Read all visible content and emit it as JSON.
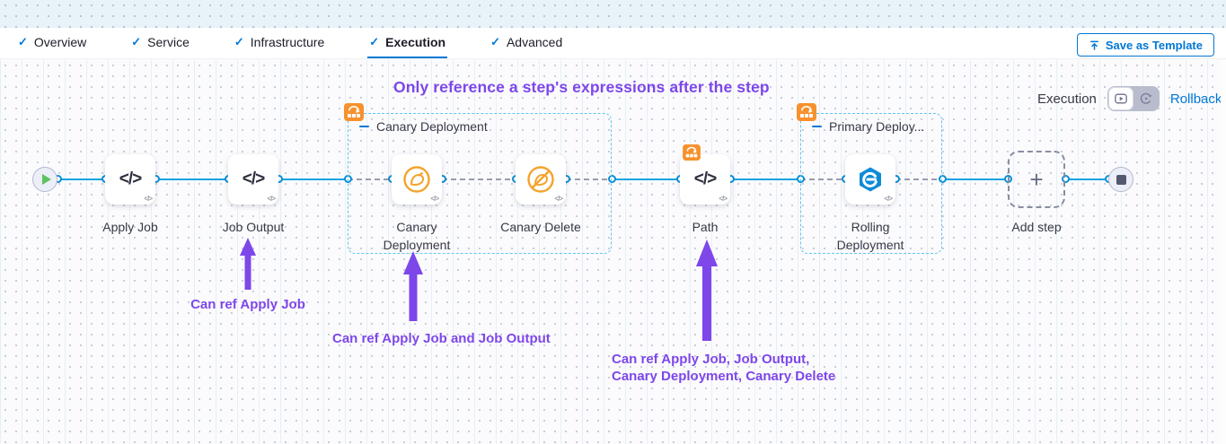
{
  "tabs": {
    "items": [
      {
        "label": "Overview",
        "completed": true,
        "active": false
      },
      {
        "label": "Service",
        "completed": true,
        "active": false
      },
      {
        "label": "Infrastructure",
        "completed": true,
        "active": false
      },
      {
        "label": "Execution",
        "completed": true,
        "active": true
      },
      {
        "label": "Advanced",
        "completed": true,
        "active": false
      }
    ]
  },
  "toolbar": {
    "save_as_template_label": "Save as Template"
  },
  "canvas": {
    "annotation_heading": "Only reference a step's expressions after the step",
    "mode": {
      "execution_label": "Execution",
      "rollback_label": "Rollback"
    },
    "pipeline": {
      "steps": {
        "apply_job_label": "Apply Job",
        "job_output_label": "Job Output",
        "canary_deployment_label": "Canary Deployment",
        "canary_delete_label": "Canary Delete",
        "path_label": "Path",
        "rolling_deployment_label": "Rolling Deployment",
        "add_step_label": "Add step"
      },
      "groups": {
        "canary_group_label": "Canary Deployment",
        "primary_group_label": "Primary Deploy..."
      }
    },
    "annotations": {
      "ref_job_output": "Can ref Apply Job",
      "ref_canary": "Can ref Apply Job and Job Output",
      "ref_path_line1": "Can ref Apply Job, Job Output,",
      "ref_path_line2": "Canary Deployment, Canary Delete"
    }
  },
  "icons": {
    "tab_check": "✓",
    "code_glyph": "</>",
    "corner_code_glyph": "</>",
    "plus_glyph": "+"
  },
  "colors": {
    "primary_blue": "#0278d5",
    "connector_blue": "#1aa2e4",
    "annotation_purple": "#7d47ea",
    "badge_orange": "#f7912d",
    "canary_orange": "#f4a32b",
    "rolling_blue": "#0d8bd7"
  }
}
